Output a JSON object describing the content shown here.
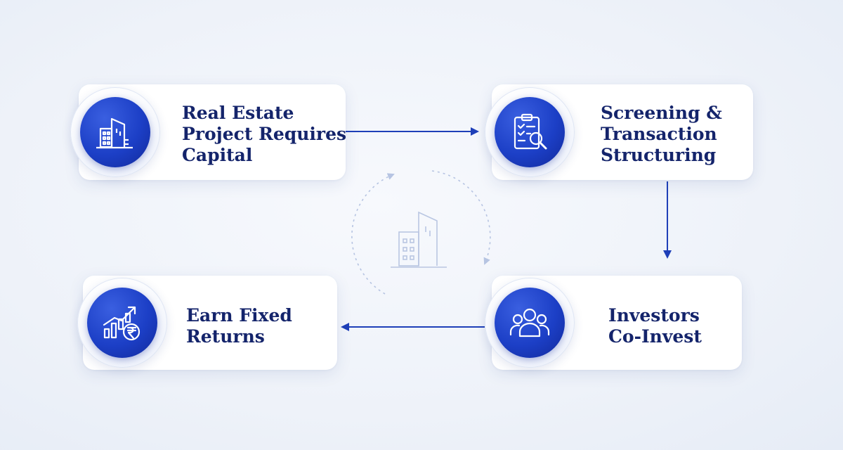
{
  "steps": [
    {
      "id": "real-estate",
      "lines": [
        "Real Estate",
        "Project Requires",
        "Capital"
      ],
      "icon": "building-icon"
    },
    {
      "id": "screening",
      "lines": [
        "Screening &",
        "Transaction",
        "Structuring"
      ],
      "icon": "clipboard-search-icon"
    },
    {
      "id": "investors",
      "lines": [
        "Investors",
        "Co-Invest"
      ],
      "icon": "investors-group-icon"
    },
    {
      "id": "returns",
      "lines": [
        "Earn Fixed",
        "Returns"
      ],
      "icon": "growth-chart-rupee-icon"
    }
  ],
  "center_icon": "building-cycle-icon",
  "colors": {
    "primary": "#1c3fc6",
    "text": "#14246b",
    "connector": "#1e3fb8"
  }
}
